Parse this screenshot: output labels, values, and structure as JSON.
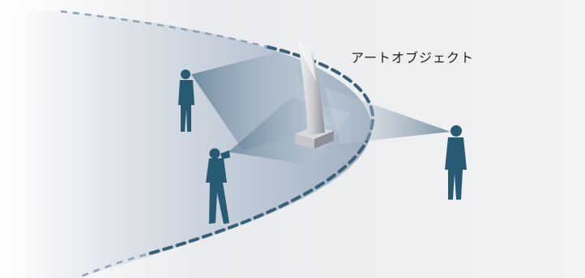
{
  "label": "アートオブジェクト",
  "colors": {
    "background_light": "#f4f4f5",
    "background_shade": "#dcdfe4",
    "zone_fill": "#b9c4d2",
    "zone_edge": "#3a5f78",
    "person": "#285a74",
    "sight_cone": "#6f8aa0",
    "sculpture_light": "#e3e4e6",
    "sculpture_dark": "#8f9399"
  },
  "elements": {
    "people": [
      "viewer-standing-left",
      "viewer-photographing",
      "viewer-standing-right"
    ],
    "object": "art-object-sculpture"
  }
}
